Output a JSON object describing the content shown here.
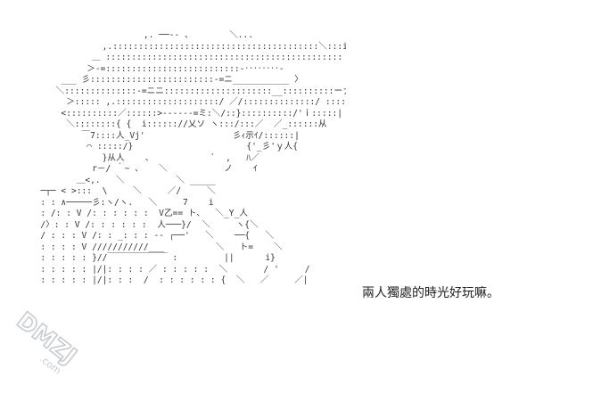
{
  "caption": "兩人獨處的時光好玩嘛。",
  "watermark": {
    "logo_text": "DMZJ",
    "sub_text": ".com",
    "color": "#9aa4ae"
  },
  "ascii_art": {
    "lines": [
      "                       ,. ──-- 、       ＼...",
      "               ,.::::::::::::::::::::::::::::::::::::::::＼:::i",
      "             ＿ ::::::::::::::::::::::::::::::::::::::::::::::｀::::!",
      "            ＞-=::::::::::::::::::::::::::-‥‥‥‥-",
      "       ___ 彡::::::::::::::::::::::::-=ニ___________ 〉",
      "      ＼::::::::::::::-=ニニ:::::::::::::::::::::__::::::::::ーァハ",
      "        ＞::::: ,.::::::::::::::::::::/ ／/::::::::::::::/ ::::  i",
      "       <::::::::::／::::::>------=ミ:＼/::}::::::::::/'ｉ:::::|",
      "        ＼::::::::{ {  i:::::://乂ソ ヽ:::/:::／  ／_::::::从",
      "           ￣7::::人_Vj'                 彡ｨ示ｲ/::::::|",
      "            ⌒ :::::/}                      {'_彡'ｙ人{",
      "               }从人    、           `  ,   ﾊ／",
      "             r－/ ｀~ 、   ＼           ノ    ｲ",
      "          ＿<,.   ＼          ＼ _____",
      "   ─┬─ < >:::  \\     ＼     ／/     ＼",
      "   : : ∧─────彡:ヽ/ヽ.   ＼     7    i",
      "   : /: : V /: : : : : :  V乙== ト、  ＼_Y_人",
      "   /〉: : V /: : : : : :  人───}/  ＼     ヽ{＼",
      "   / : : : V /: : _: : : -- ┌──'   ＼    ──{   ＼",
      "   : : : : V ///////////___          ＼   ト=    ＼",
      "   : : : : : }//￣￣￣￣￣￣￣ :         ||      i}",
      "   : : : : : |/|: : : : ／ : : : : :  ＼       / '     /",
      "   : : : : : |/|: : :  /  : : : : : : {  ＼   ／     ／|"
    ]
  }
}
